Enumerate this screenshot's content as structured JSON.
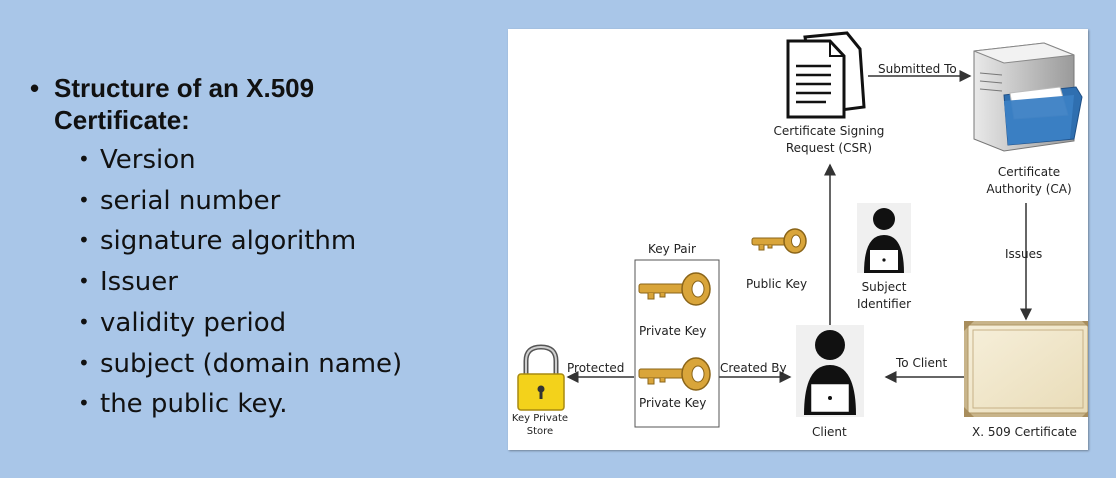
{
  "slide": {
    "heading": "Structure of an X.509 Certificate:",
    "sub_bullets": [
      "Version",
      "serial number",
      "signature algorithm",
      "Issuer",
      "validity period",
      "subject (domain name)",
      "the public key."
    ]
  },
  "diagram": {
    "csr_label": "Certificate Signing Request (CSR)",
    "submitted_to": "Submitted To",
    "ca_label": "Certificate Authority (CA)",
    "issues": "Issues",
    "key_pair": "Key Pair",
    "private_key_1": "Private Key",
    "private_key_2": "Private Key",
    "public_key": "Public Key",
    "subject_identifier": "Subject Identifier",
    "protected": "Protected",
    "created_by": "Created By",
    "to_client": "To Client",
    "key_store": "Key Private Store",
    "client": "Client",
    "certificate": "X. 509 Certificate"
  },
  "colors": {
    "background": "#a9c6e8",
    "key_gold": "#d9a53a",
    "lock_yellow": "#f3d21b",
    "certificate_paper": "#f3ead2",
    "ca_folder_blue": "#2f6fb0"
  }
}
